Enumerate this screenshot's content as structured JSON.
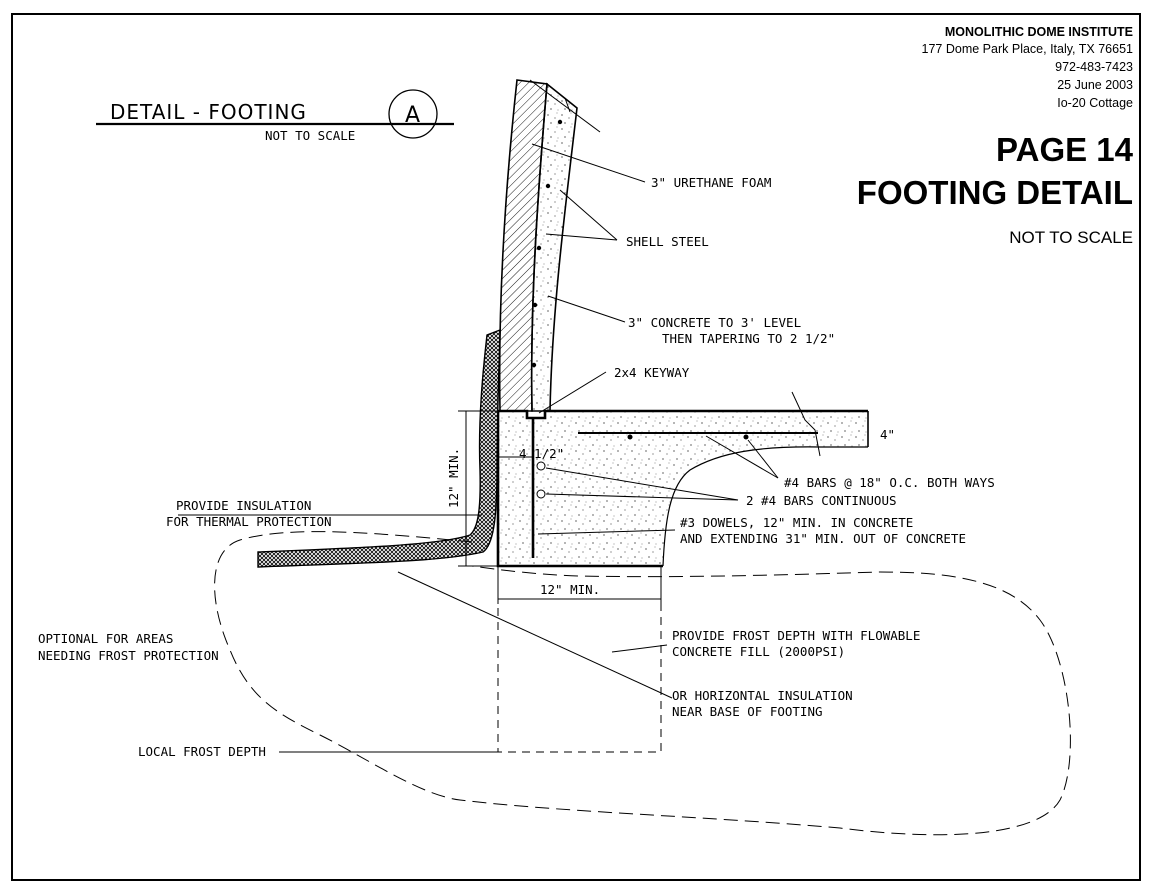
{
  "title_block": {
    "org": "MONOLITHIC DOME INSTITUTE",
    "address": "177 Dome Park Place, Italy, TX 76651",
    "phone": "972-483-7423",
    "date": "25 June 2003",
    "project": "Io-20 Cottage",
    "page": "PAGE 14",
    "sheet_title": "FOOTING DETAIL",
    "scale": "NOT TO SCALE"
  },
  "detail": {
    "title": "DETAIL - FOOTING",
    "subtitle": "NOT TO SCALE",
    "tag": "A"
  },
  "callouts": {
    "urethane": "3\" URETHANE FOAM",
    "shell_steel": "SHELL STEEL",
    "concrete_line1": "3\" CONCRETE TO 3' LEVEL",
    "concrete_line2": "THEN TAPERING TO 2 1/2\"",
    "keyway": "2x4 KEYWAY",
    "bars_18": "#4 BARS @ 18\" O.C. BOTH WAYS",
    "bars_continuous": "2 #4 BARS CONTINUOUS",
    "dowels_line1": "#3 DOWELS, 12\" MIN. IN CONCRETE",
    "dowels_line2": "AND EXTENDING 31\" MIN.  OUT OF CONCRETE",
    "insulation_line1": "PROVIDE INSULATION",
    "insulation_line2": "FOR THERMAL PROTECTION",
    "optional_line1": "OPTIONAL FOR AREAS",
    "optional_line2": "NEEDING FROST PROTECTION",
    "flowable_line1": "PROVIDE FROST DEPTH WITH FLOWABLE",
    "flowable_line2": "CONCRETE FILL (2000PSI)",
    "horizontal_line1": "OR HORIZONTAL INSULATION",
    "horizontal_line2": "NEAR BASE OF FOOTING",
    "frost_depth": "LOCAL FROST DEPTH"
  },
  "dimensions": {
    "slab": "4\"",
    "offset": "4 1/2\"",
    "height": "12\" MIN.",
    "width": "12\" MIN."
  }
}
